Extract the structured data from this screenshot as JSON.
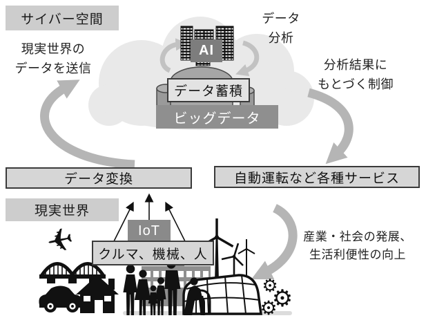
{
  "header": {
    "cyber_space": "サイバー空間",
    "real_world": "現実世界"
  },
  "cloud": {
    "ai_label": "AI",
    "storage_label": "データ蓄積",
    "bigdata_label": "ビッグデータ"
  },
  "flow": {
    "analysis": {
      "line1": "データ",
      "line2": "分析"
    },
    "send": {
      "line1": "現実世界の",
      "line2": "データを送信"
    },
    "control": {
      "line1": "分析結果に",
      "line2": "もとづく制御"
    },
    "benefit": {
      "line1": "産業・社会の発展、",
      "line2": "生活利便性の向上"
    }
  },
  "boxes": {
    "conversion": "データ変換",
    "services": "自動運転など各種サービス",
    "iot": "IoT",
    "devices": "クルマ、機械、人"
  },
  "glyphs": {
    "airplane": "✈",
    "gear": "⚙"
  },
  "icons": [
    "cloud-icon",
    "server-rack-icon",
    "database-icon",
    "cycle-arrow-icon",
    "curved-arrow-icon",
    "airplane-icon",
    "bridge-icon",
    "car-icon",
    "house-icon",
    "people-icon",
    "building-icon",
    "greenhouse-icon",
    "gear-icon",
    "wind-turbine-icon",
    "up-arrow-icon"
  ],
  "colors": {
    "label_bg": "#cdcdcd",
    "box_light": "#d6d6d6",
    "box_dark": "#8a8a8a",
    "banner": "#8f8f8f",
    "ai_box": "#7d7d7d",
    "cloud": "#e9e9e9",
    "arrow_gray": "#b5b5b5",
    "cycle_arrow": "#c2c2c2",
    "ink": "#111111"
  }
}
